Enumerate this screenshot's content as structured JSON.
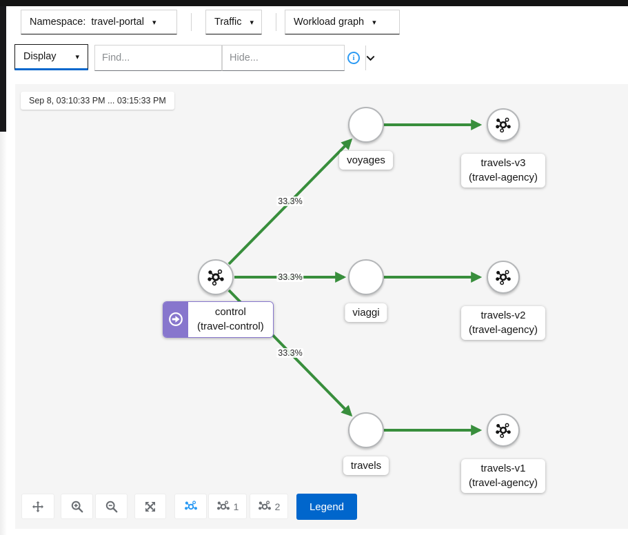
{
  "toolbar": {
    "namespace_label": "Namespace:",
    "namespace_value": "travel-portal",
    "traffic_label": "Traffic",
    "graph_type_label": "Workload graph",
    "display_label": "Display",
    "find_placeholder": "Find...",
    "hide_placeholder": "Hide...",
    "info_glyph": "i"
  },
  "icons": {
    "caret_down": "▾"
  },
  "graph": {
    "time_range_label": "Sep 8, 03:10:33 PM ... 03:15:33 PM",
    "nodes": [
      {
        "id": "control",
        "label": "control",
        "sublabel": "(travel-control)",
        "type": "workload",
        "root": true
      },
      {
        "id": "voyages",
        "label": "voyages",
        "type": "workload-plain"
      },
      {
        "id": "viaggi",
        "label": "viaggi",
        "type": "workload-plain"
      },
      {
        "id": "travels",
        "label": "travels",
        "type": "workload-plain"
      },
      {
        "id": "travels-v3",
        "label": "travels-v3",
        "sublabel": "(travel-agency)",
        "type": "workload"
      },
      {
        "id": "travels-v2",
        "label": "travels-v2",
        "sublabel": "(travel-agency)",
        "type": "workload"
      },
      {
        "id": "travels-v1",
        "label": "travels-v1",
        "sublabel": "(travel-agency)",
        "type": "workload"
      }
    ],
    "edges": [
      {
        "from": "control",
        "to": "voyages",
        "label": "33.3%"
      },
      {
        "from": "control",
        "to": "viaggi",
        "label": "33.3%"
      },
      {
        "from": "control",
        "to": "travels",
        "label": "33.3%"
      },
      {
        "from": "voyages",
        "to": "travels-v3",
        "label": ""
      },
      {
        "from": "viaggi",
        "to": "travels-v2",
        "label": ""
      },
      {
        "from": "travels",
        "to": "travels-v1",
        "label": ""
      }
    ]
  },
  "footer": {
    "legend_label": "Legend",
    "layout1_label": "1",
    "layout2_label": "2"
  },
  "colors": {
    "edge_green": "#388e3c",
    "accent_blue": "#0066cc",
    "badge_purple": "#8776cd",
    "info_blue": "#2b9af3",
    "graph_background": "#f5f5f5"
  }
}
